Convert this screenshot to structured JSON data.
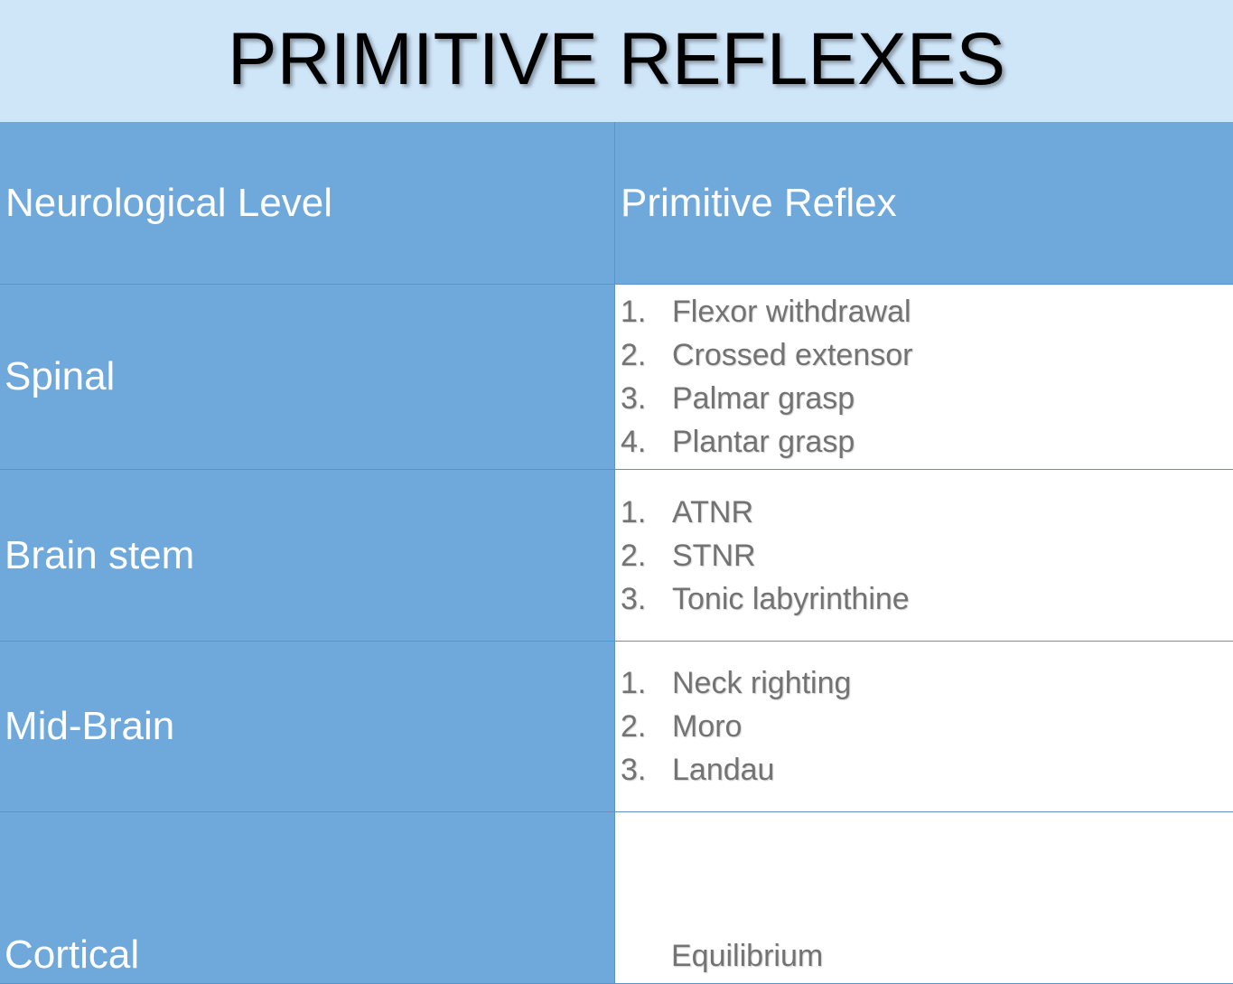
{
  "title": "PRIMITIVE REFLEXES",
  "table": {
    "headers": {
      "level": "Neurological Level",
      "reflex": "Primitive Reflex"
    },
    "rows": [
      {
        "level": "Spinal",
        "reflexes": [
          {
            "num": "1.",
            "text": "Flexor withdrawal"
          },
          {
            "num": "2.",
            "text": "Crossed extensor"
          },
          {
            "num": "3.",
            "text": "Palmar grasp"
          },
          {
            "num": "4.",
            "text": "Plantar grasp"
          }
        ]
      },
      {
        "level": "Brain stem",
        "reflexes": [
          {
            "num": "1.",
            "text": "ATNR"
          },
          {
            "num": "2.",
            "text": "STNR"
          },
          {
            "num": "3.",
            "text": "Tonic labyrinthine"
          }
        ]
      },
      {
        "level": "Mid-Brain",
        "reflexes": [
          {
            "num": "1.",
            "text": "Neck righting"
          },
          {
            "num": "2.",
            "text": "Moro"
          },
          {
            "num": "3.",
            "text": "Landau"
          }
        ]
      },
      {
        "level": "Cortical",
        "reflex_text": "Equilibrium"
      }
    ]
  },
  "colors": {
    "title_background": "#cfe5f8",
    "left_column": "#6fa9dc",
    "header_row": "#6fa9dc",
    "right_cells": "#ffffff",
    "list_text": "#737373"
  }
}
